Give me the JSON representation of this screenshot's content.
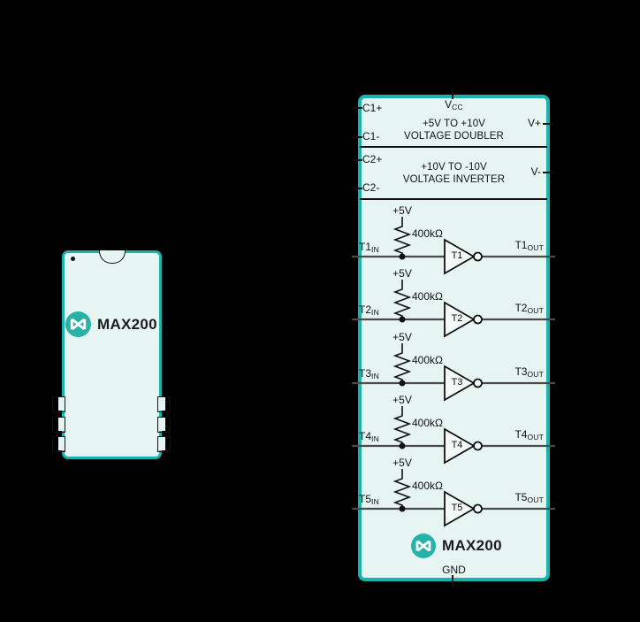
{
  "colors": {
    "background": "#000000",
    "outline_teal": "#19b3ab",
    "fill_mint": "#e7f5f2",
    "logo_teal": "#26b2a6",
    "wire_gray": "#4a4a4a",
    "text_black": "#111111"
  },
  "pinout_chip": {
    "brand": "MAX200"
  },
  "block_diagram": {
    "top_pin": {
      "main": "V",
      "sub": "CC"
    },
    "left_pins": [
      "C1+",
      "C1-",
      "C2+",
      "C2-"
    ],
    "right_pins": [
      "V+",
      "V-"
    ],
    "charge_pumps": [
      {
        "line1": "+5V TO +10V",
        "line2": "VOLTAGE DOUBLER"
      },
      {
        "line1": "+10V TO -10V",
        "line2": "VOLTAGE INVERTER"
      }
    ],
    "transmitters": [
      {
        "gate": "T1",
        "supply": "+5V",
        "resistor": "400kΩ",
        "in_main": "T1",
        "in_sub": "IN",
        "out_main": "T1",
        "out_sub": "OUT"
      },
      {
        "gate": "T2",
        "supply": "+5V",
        "resistor": "400kΩ",
        "in_main": "T2",
        "in_sub": "IN",
        "out_main": "T2",
        "out_sub": "OUT"
      },
      {
        "gate": "T3",
        "supply": "+5V",
        "resistor": "400kΩ",
        "in_main": "T3",
        "in_sub": "IN",
        "out_main": "T3",
        "out_sub": "OUT"
      },
      {
        "gate": "T4",
        "supply": "+5V",
        "resistor": "400kΩ",
        "in_main": "T4",
        "in_sub": "IN",
        "out_main": "T4",
        "out_sub": "OUT"
      },
      {
        "gate": "T5",
        "supply": "+5V",
        "resistor": "400kΩ",
        "in_main": "T5",
        "in_sub": "IN",
        "out_main": "T5",
        "out_sub": "OUT"
      }
    ],
    "brand": "MAX200",
    "bottom_pin": "GND"
  }
}
